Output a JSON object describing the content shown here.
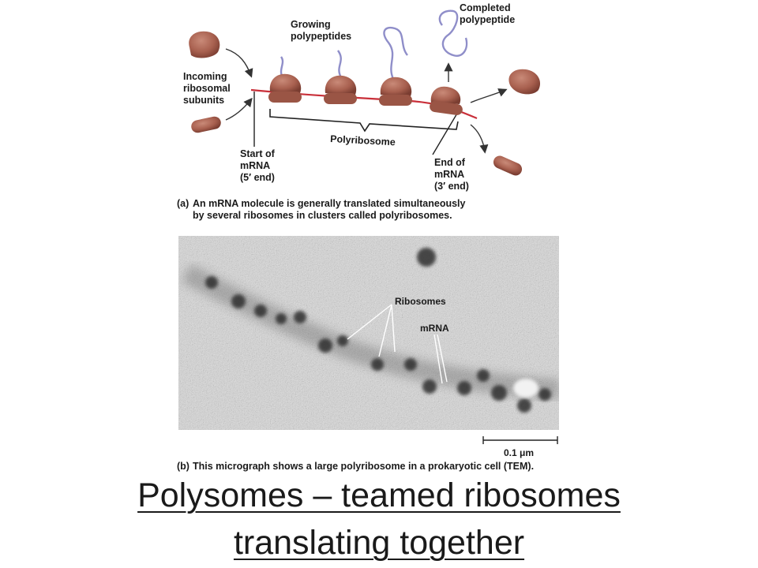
{
  "slide": {
    "title_line1": "Polysomes – teamed ribosomes",
    "title_line2": "translating together"
  },
  "diagram_a": {
    "incoming": [
      "Incoming",
      "ribosomal",
      "subunits"
    ],
    "growing": [
      "Growing",
      "polypeptides"
    ],
    "completed": [
      "Completed",
      "polypeptide"
    ],
    "polyribosome": "Polyribosome",
    "start_mrna": [
      "Start of",
      "mRNA",
      "(5′ end)"
    ],
    "end_mrna": [
      "End of",
      "mRNA",
      "(3′ end)"
    ],
    "caption_tag": "(a)",
    "caption": [
      "An mRNA molecule is generally translated simultaneously",
      "by several ribosomes in clusters called polyribosomes."
    ]
  },
  "micrograph_b": {
    "ribosomes_label": "Ribosomes",
    "mrna_label": "mRNA",
    "scale_label": "0.1 μm",
    "caption_tag": "(b)",
    "caption": "This micrograph shows a large polyribosome in a prokaryotic cell (TEM)."
  },
  "colors": {
    "ribosome": "#a8604f",
    "ribosome_dark": "#7a3d31",
    "mrna": "#c9303a",
    "polypeptide": "#8f8ec9"
  }
}
